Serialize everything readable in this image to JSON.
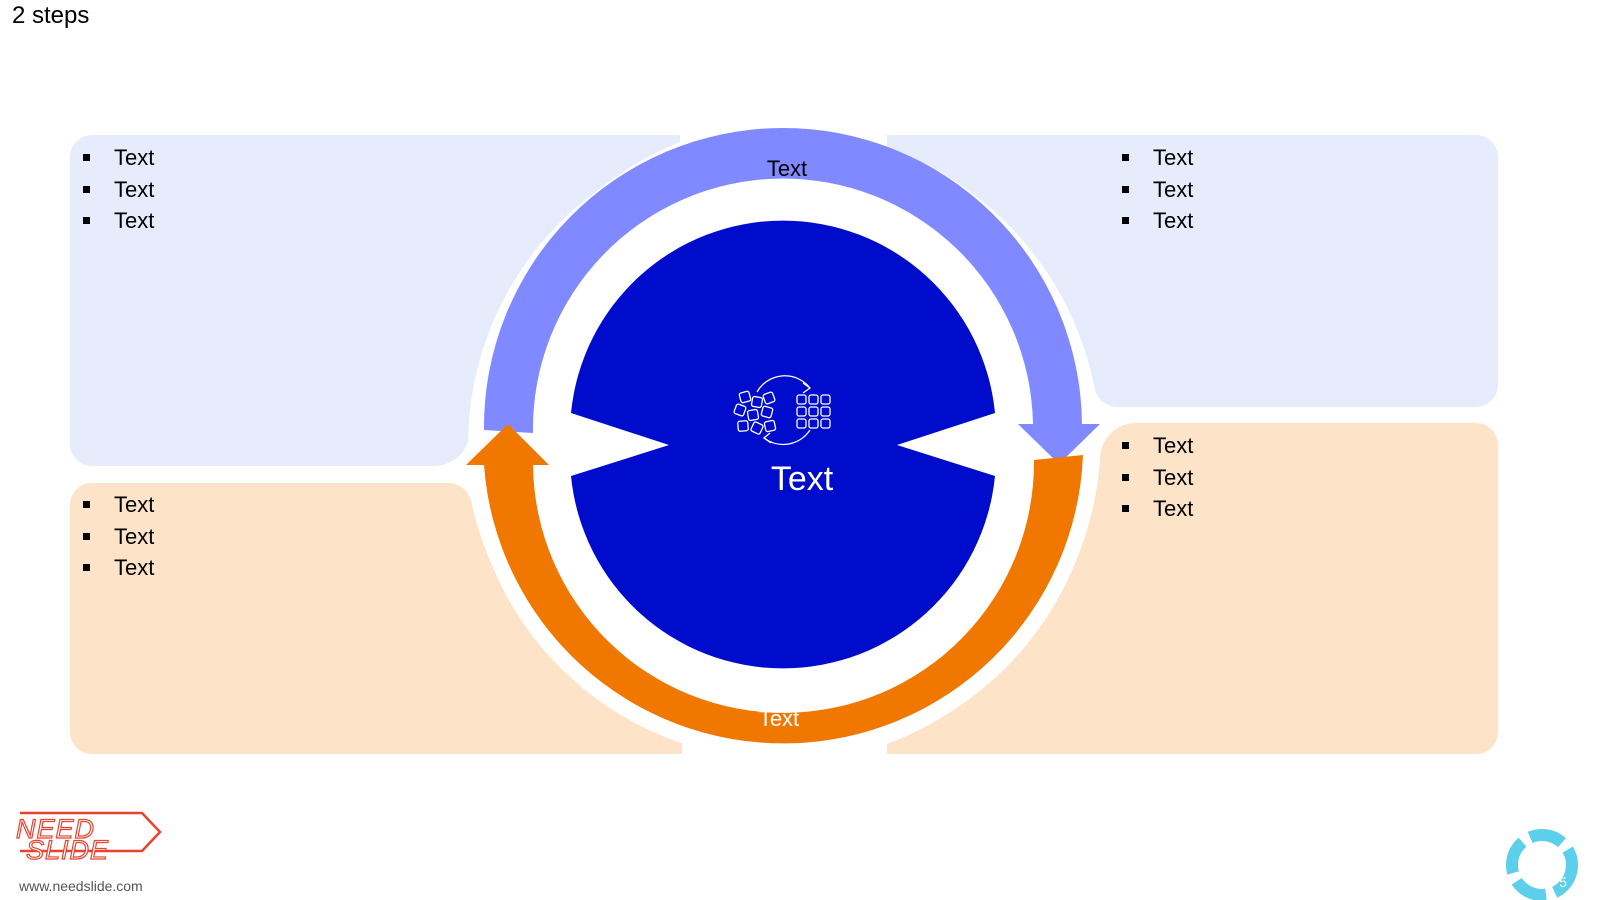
{
  "slide": {
    "title": "2 steps",
    "page_number": "5"
  },
  "diagram": {
    "top_arc_label": "Text",
    "bottom_arc_label": "Text",
    "center_label": "Text",
    "panels": {
      "top_left": [
        "Text",
        "Text",
        "Text"
      ],
      "top_right": [
        "Text",
        "Text",
        "Text"
      ],
      "bottom_left": [
        "Text",
        "Text",
        "Text"
      ],
      "bottom_right": [
        "Text",
        "Text",
        "Text"
      ]
    }
  },
  "logo": {
    "line1": "NEED",
    "line2": "SLIDE",
    "url": "www.needslide.com"
  },
  "colors": {
    "panel_blue": "#e6ecfb",
    "panel_orange": "#fde3c8",
    "arc_blue": "#8089ff",
    "arc_orange": "#f07800",
    "center_circle": "#000ccc",
    "logo_red": "#e8432f",
    "page_badge": "#5ccfea"
  },
  "icons": [
    "shuffle-to-grid-icon"
  ]
}
